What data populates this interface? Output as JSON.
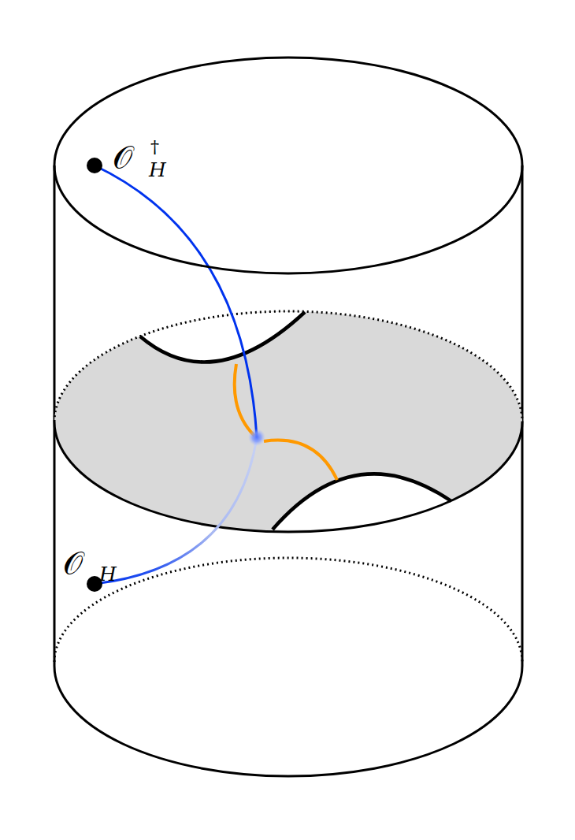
{
  "diagram": {
    "labels": [
      "𝒪",
      "†",
      "H",
      "𝒪",
      "H"
    ]
  }
}
